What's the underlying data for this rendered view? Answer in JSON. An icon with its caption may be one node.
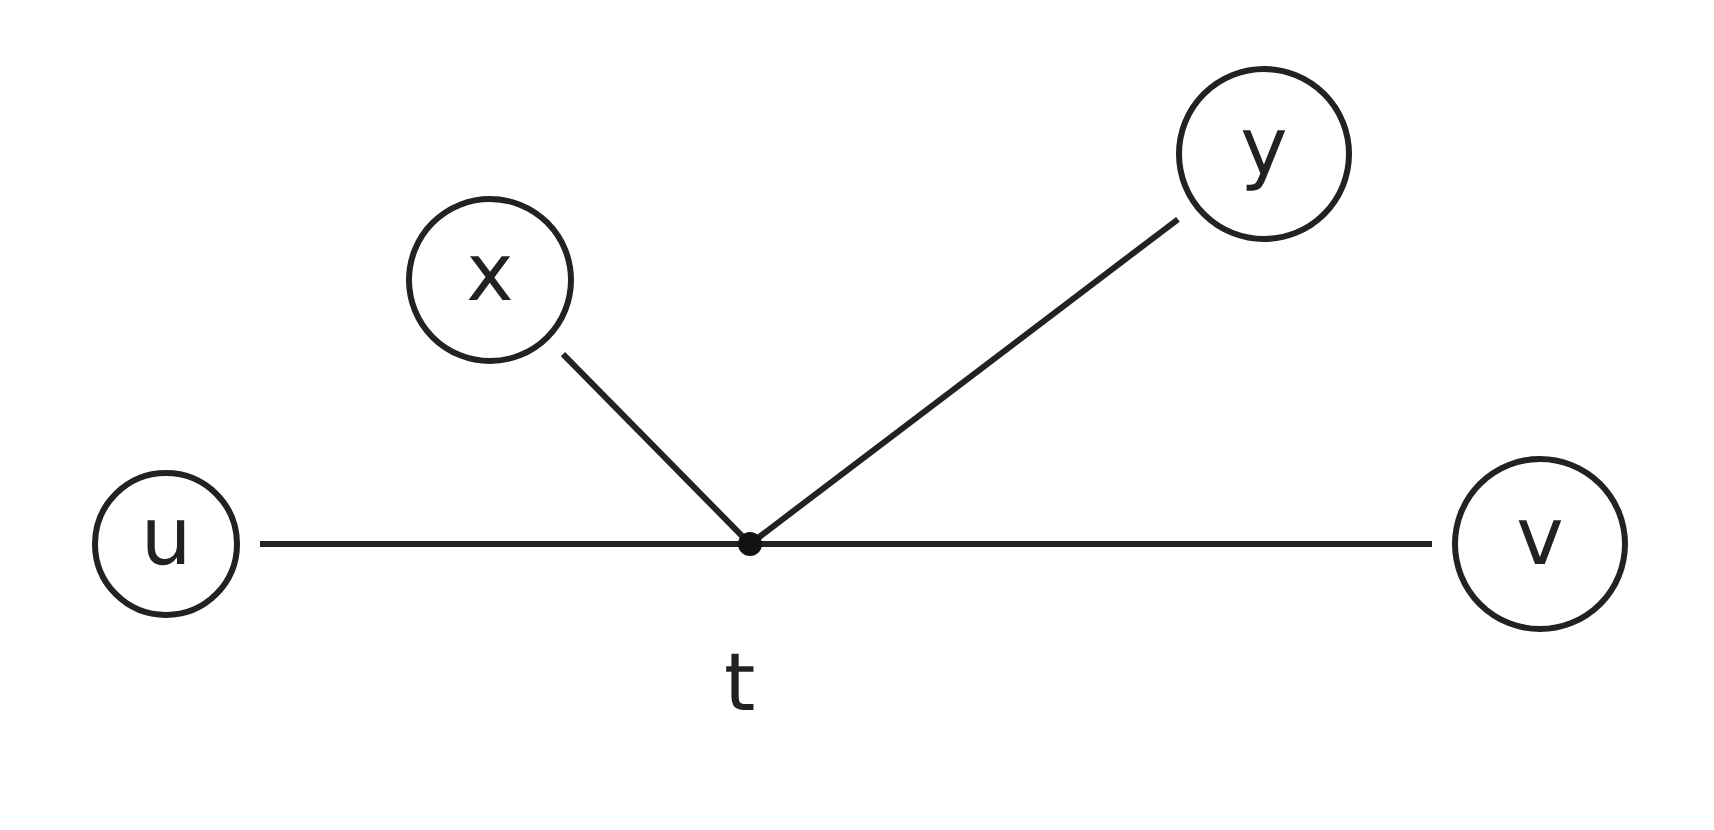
{
  "diagram": {
    "nodes": [
      {
        "text": [
          "x"
        ]
      },
      {
        "text": [
          "y"
        ]
      },
      {
        "text": [
          "u"
        ]
      },
      {
        "text": [],
        "shape": "circle",
        "beside": [
          "t"
        ]
      },
      {
        "text": [
          "v"
        ]
      }
    ],
    "edges": [
      {
        "from": 2,
        "to": 3,
        "arrow": "none"
      },
      {
        "from": 1,
        "to": 3,
        "arrow": "none"
      },
      {
        "from": 0,
        "to": 3,
        "arrow": "none"
      },
      {
        "from": 3,
        "to": 4,
        "arrow": "none"
      }
    ]
  }
}
